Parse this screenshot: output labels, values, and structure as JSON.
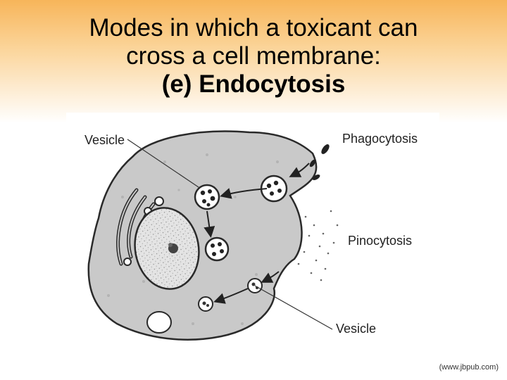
{
  "title": {
    "line1": "Modes in which a toxicant can",
    "line2": "cross a cell membrane:",
    "line3": "(e) Endocytosis"
  },
  "figure": {
    "labels": {
      "vesicle_top": "Vesicle",
      "phagocytosis": "Phagocytosis",
      "pinocytosis": "Pinocytosis",
      "vesicle_bottom": "Vesicle"
    }
  },
  "source": "(www.jbpub.com)"
}
